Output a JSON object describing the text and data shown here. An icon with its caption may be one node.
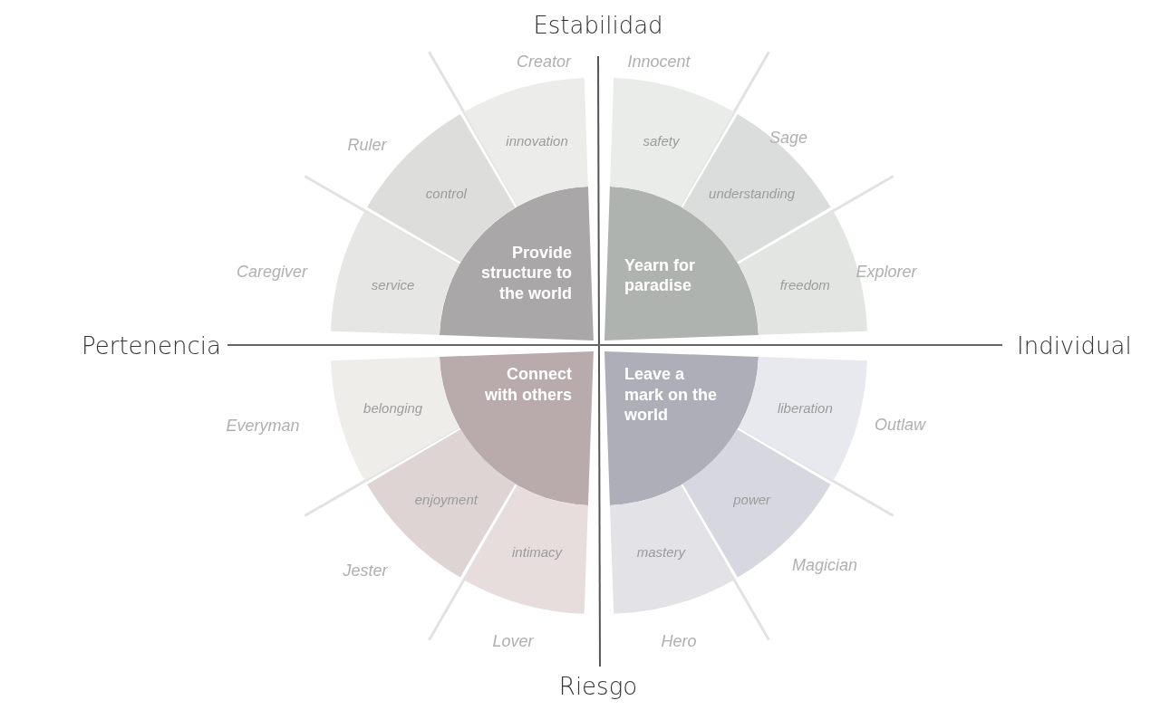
{
  "diagram": {
    "nodes": [
      {
        "text": [
          "Provide structure to the world"
        ]
      },
      {
        "text": [
          "Yearn for paradise"
        ]
      },
      {
        "text": [
          "Connect with others"
        ]
      },
      {
        "text": [
          "Leave a mark on the world"
        ]
      },
      {
        "text": [
          "innovation"
        ]
      },
      {
        "text": [
          "safety"
        ]
      },
      {
        "text": [
          "control"
        ]
      },
      {
        "text": [
          "understanding"
        ]
      },
      {
        "text": [
          "service"
        ]
      },
      {
        "text": [
          "freedom"
        ]
      },
      {
        "text": [
          "belonging"
        ]
      },
      {
        "text": [
          "liberation"
        ]
      },
      {
        "text": [
          "enjoyment"
        ]
      },
      {
        "text": [
          "power"
        ]
      },
      {
        "text": [
          "intimacy"
        ]
      },
      {
        "text": [
          "mastery"
        ]
      }
    ],
    "labels": [
      "Estabilidad",
      "Creator",
      "Innocent",
      "Ruler",
      "Sage",
      "Caregiver",
      "Explorer",
      "Pertenencia",
      "Individual",
      "Everyman",
      "Outlaw",
      "Jester",
      "Magician",
      "Lover",
      "Hero",
      "Riesgo"
    ]
  }
}
